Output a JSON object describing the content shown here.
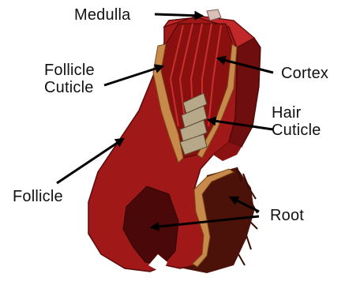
{
  "labels": {
    "medulla": "Medulla",
    "cortex": "Cortex",
    "follicle_cuticle": [
      "Follicle",
      "Cuticle"
    ],
    "hair_cuticle": [
      "Hair",
      "Cuticle"
    ],
    "follicle": "Follicle",
    "root": "Root"
  },
  "colors": {
    "follicle_red": "#a01818",
    "follicle_dark_red": "#6e0e0e",
    "follicle_light_red": "#c0282a",
    "root_brown": "#4a1208",
    "sheath_tan": "#c88a4a",
    "cuticle_gray": "#b8a88a",
    "medulla_tip": "#d8c0b8",
    "arrow": "#000000",
    "text": "#111111"
  }
}
